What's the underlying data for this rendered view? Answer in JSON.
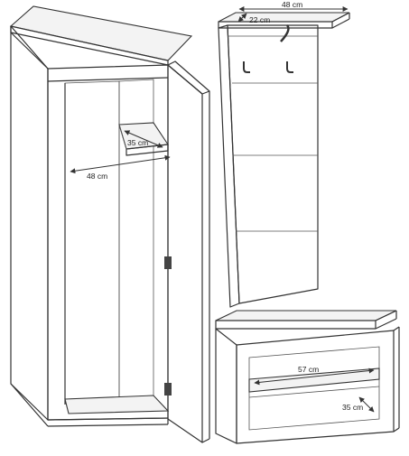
{
  "colors": {
    "line": "#333333",
    "background": "#ffffff",
    "shade": "#f3f3f3",
    "hardware": "#444444"
  },
  "wardrobe": {
    "dims": {
      "shelf_depth": "35 cm",
      "interior_width": "48 cm"
    }
  },
  "coat_panel": {
    "dims": {
      "top_width": "48 cm",
      "shelf_depth": "22 cm"
    },
    "hooks": 3
  },
  "shoe_bench": {
    "dims": {
      "inner_width": "57 cm",
      "shelf_depth": "35 cm"
    }
  }
}
